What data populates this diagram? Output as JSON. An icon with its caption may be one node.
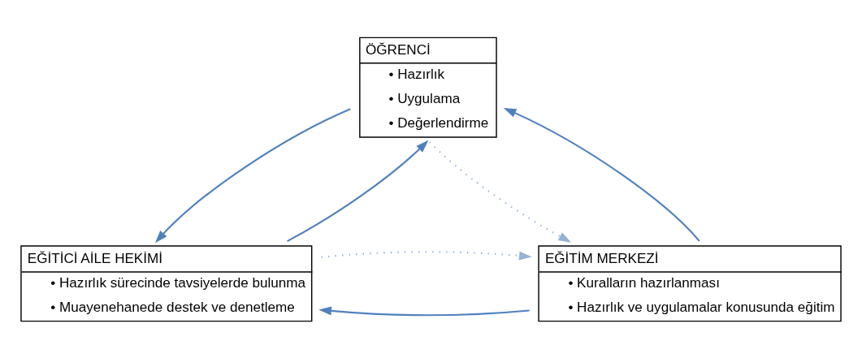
{
  "diagram": {
    "nodes": [
      {
        "text": [
          "ÖĞRENCİ",
          "• Hazırlık",
          "• Uygulama",
          "• Değerlendirme"
        ]
      },
      {
        "text": [
          "EĞİTİCİ AİLE HEKİMİ",
          "• Hazırlık sürecinde tavsiyelerde bulunma",
          "• Muayenehanede destek ve denetleme"
        ]
      },
      {
        "text": [
          "EĞİTİM MERKEZİ",
          "• Kuralların hazırlanması",
          "• Hazırlık ve uygulamalar konusunda eğitim"
        ]
      }
    ],
    "edges": [
      {
        "from": 1,
        "to": 0,
        "arrow": "to"
      },
      {
        "from": 0,
        "to": 1,
        "arrow": "to"
      },
      {
        "from": 0,
        "to": 2,
        "arrow": "to",
        "style": "dashed",
        "color": "#95b3d7"
      },
      {
        "from": 2,
        "to": 0,
        "arrow": "to"
      },
      {
        "from": 2,
        "to": 1,
        "arrow": "to"
      },
      {
        "from": 1,
        "to": 2,
        "arrow": "to",
        "style": "dashed",
        "color": "#95b3d7"
      }
    ]
  }
}
